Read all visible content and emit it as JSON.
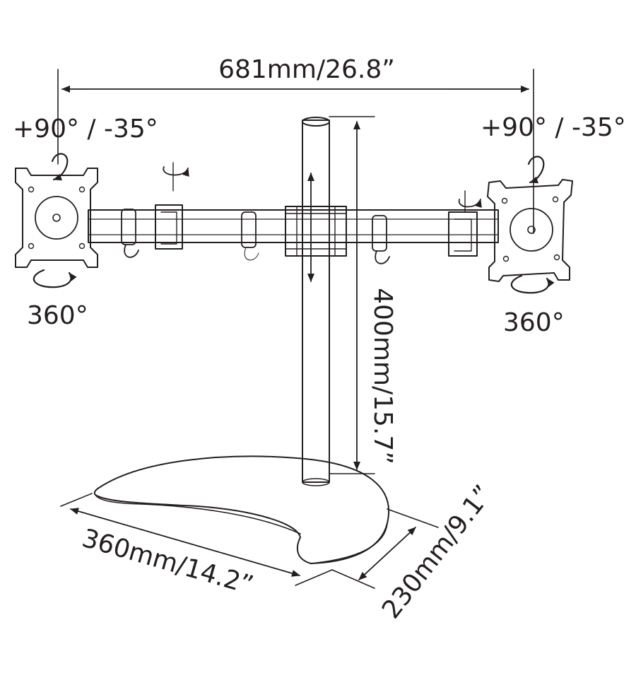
{
  "dimensions": {
    "width_label": "681mm/26.8”",
    "height_label": "400mm/15.7”",
    "base_length_label": "360mm/14.2”",
    "base_depth_label": "230mm/9.1”"
  },
  "left_mount": {
    "tilt_label": "+90° / -35°",
    "rotation_label": "360°"
  },
  "right_mount": {
    "tilt_label": "+90° / -35°",
    "rotation_label": "360°"
  },
  "colors": {
    "line": "#231f20",
    "background": "#ffffff"
  }
}
